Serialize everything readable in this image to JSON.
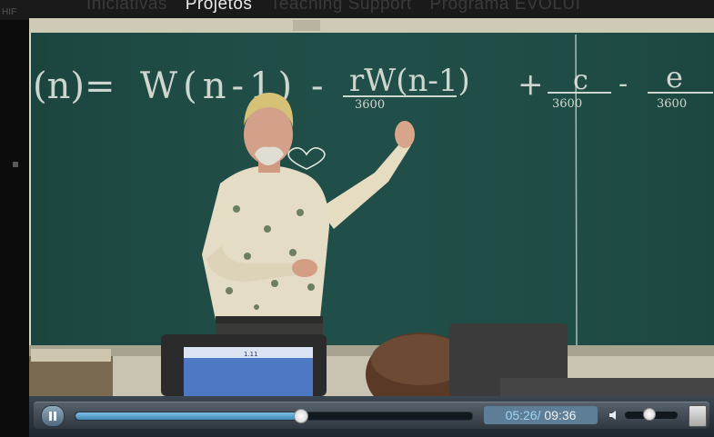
{
  "background_page": {
    "nav_items": [
      "Iniciativas",
      "Projetos",
      "Teaching Support",
      "Programa EVOLUI"
    ]
  },
  "video": {
    "board_equation": {
      "lhs": "(n)=",
      "term1": "W(n-1)",
      "op1": "-",
      "term2_num": "rW(n-1)",
      "term2_den": "3600",
      "op2": "+",
      "term3_num": "c",
      "term3_den": "3600",
      "op3": "-",
      "term4_num": "e",
      "term4_den": "3600"
    },
    "monitor_screen_label": "1.11"
  },
  "controls": {
    "play_state": "pause",
    "current_time": "05:26",
    "separator": "/",
    "duration": "09:36",
    "progress_fraction": 0.566,
    "volume_fraction": 0.45
  },
  "colors": {
    "chalkboard": "#1f4b45",
    "progress_fill": "#5aa3d0",
    "time_box": "#5d7e96"
  }
}
